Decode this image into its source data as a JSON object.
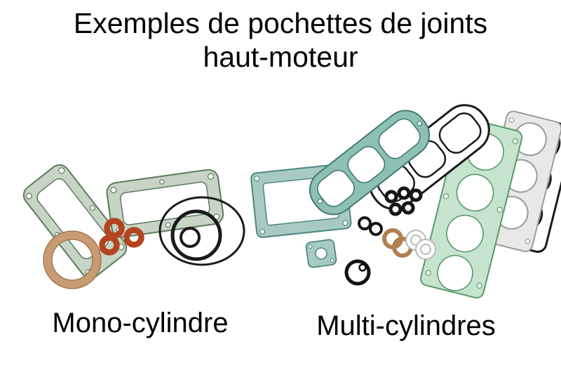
{
  "title": {
    "line1": "Exemples de pochettes de joints",
    "line2": "haut-moteur"
  },
  "figures": {
    "mono": {
      "label": "Mono-cylindre",
      "items": [
        "cylinder-base-gasket",
        "head-gasket",
        "copper-washer-ring",
        "orange-exhaust-seals",
        "black-o-rings"
      ]
    },
    "multi": {
      "label": "Multi-cylindres",
      "items": [
        "rocker-cover-gasket-teal",
        "rocker-cover-gasket-black",
        "clutch-cover-gasket",
        "four-bore-head-gasket",
        "backing-head-gaskets",
        "valve-stem-seals",
        "copper-washers",
        "white-washers",
        "small-plate-gasket",
        "o-ring"
      ]
    }
  },
  "colors": {
    "background": "#ffffff",
    "text": "#000000",
    "gasket_green": "#c8d4c6",
    "gasket_green_edge": "#5a7a5c",
    "gasket_teal": "#8fc0b5",
    "gasket_teal_edge": "#3f7a70",
    "gasket_mint": "#c6e4cd",
    "gasket_mint_edge": "#58996c",
    "gasket_gray": "#e8e8e6",
    "copper": "#c89b72",
    "orange_seal": "#b5431f",
    "rubber_black": "#1a1a1a"
  }
}
